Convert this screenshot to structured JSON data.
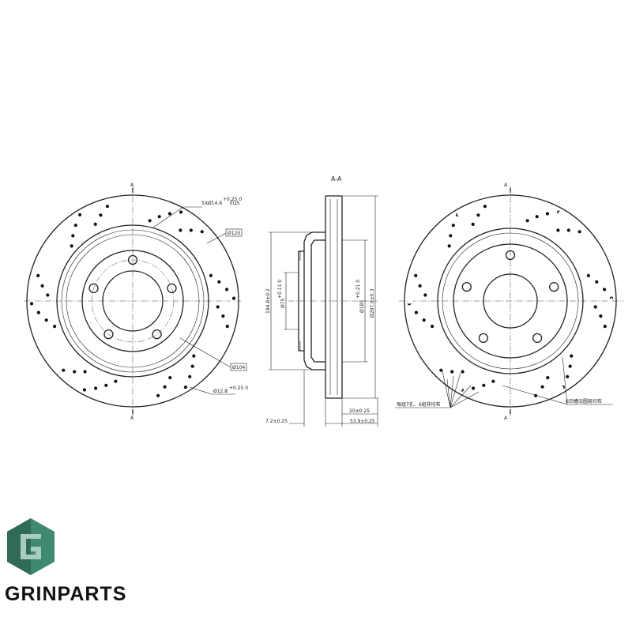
{
  "brand": {
    "name": "GRINPARTS",
    "logo_letter": "G",
    "colors": {
      "logo_dark": "#2f6b57",
      "logo_mid": "#3f8a6e",
      "logo_light": "#a9ccbe",
      "text": "#111111"
    }
  },
  "drawing": {
    "front_view": {
      "section_marks": [
        "A",
        "A"
      ],
      "callouts": {
        "bolt_holes": "5XØ14.6",
        "bolt_holes_tol": "+0.25 0",
        "bolt_holes_eqs": "EQS",
        "dia_120": "Ø120",
        "dia_104": "Ø104",
        "dia_12_8": "Ø12.8",
        "dia_12_8_tol": "+0.25 0"
      }
    },
    "section_view": {
      "title": "A-A",
      "dims": {
        "d1": "194.8±0.2",
        "d2": "Ø75",
        "d2_tol": "+0.11 0",
        "d3": "Ø185",
        "d3_tol": "+0.21 0",
        "d4": "Ø297.8±0.3",
        "d5": "20±0.25",
        "d6": "7.2±0.25",
        "d7": "53.9±0.25"
      }
    },
    "rear_view": {
      "section_marks": [
        "A",
        "A"
      ],
      "notes": {
        "holes": "每组7孔、6组非均布",
        "grooves": "6凹槽沿圆周均布"
      }
    }
  }
}
